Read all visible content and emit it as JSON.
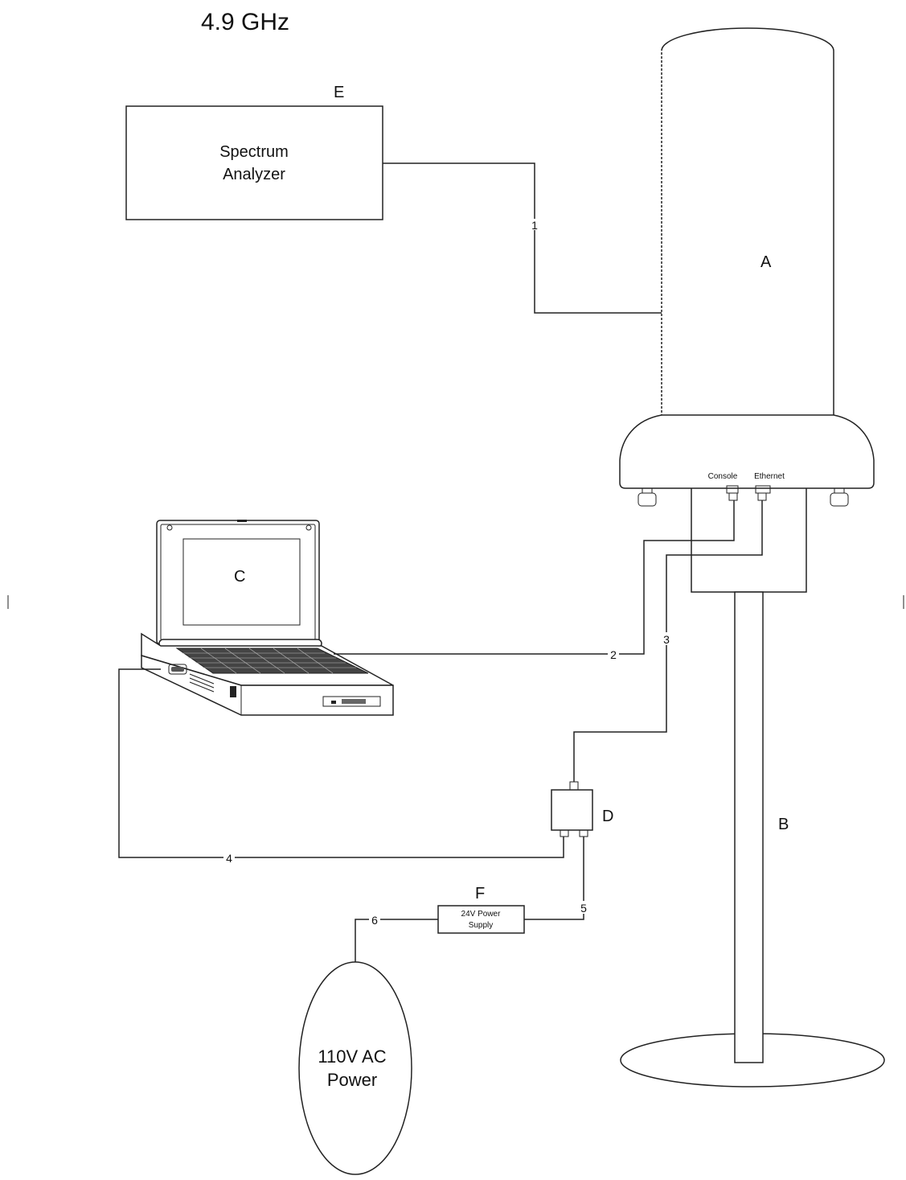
{
  "title": "4.9 GHz",
  "components": {
    "antenna": {
      "letter": "A"
    },
    "pole": {
      "letter": "B"
    },
    "laptop": {
      "letter": "C"
    },
    "injector": {
      "letter": "D"
    },
    "analyzer": {
      "letter": "E",
      "label_line1": "Spectrum",
      "label_line2": "Analyzer"
    },
    "power_supply": {
      "letter": "F",
      "label_line1": "24V Power",
      "label_line2": "Supply"
    },
    "ac_power": {
      "label_line1": "110V AC",
      "label_line2": "Power"
    }
  },
  "ports": {
    "console": "Console",
    "ethernet": "Ethernet"
  },
  "cables": [
    "1",
    "2",
    "3",
    "4",
    "5",
    "6"
  ]
}
